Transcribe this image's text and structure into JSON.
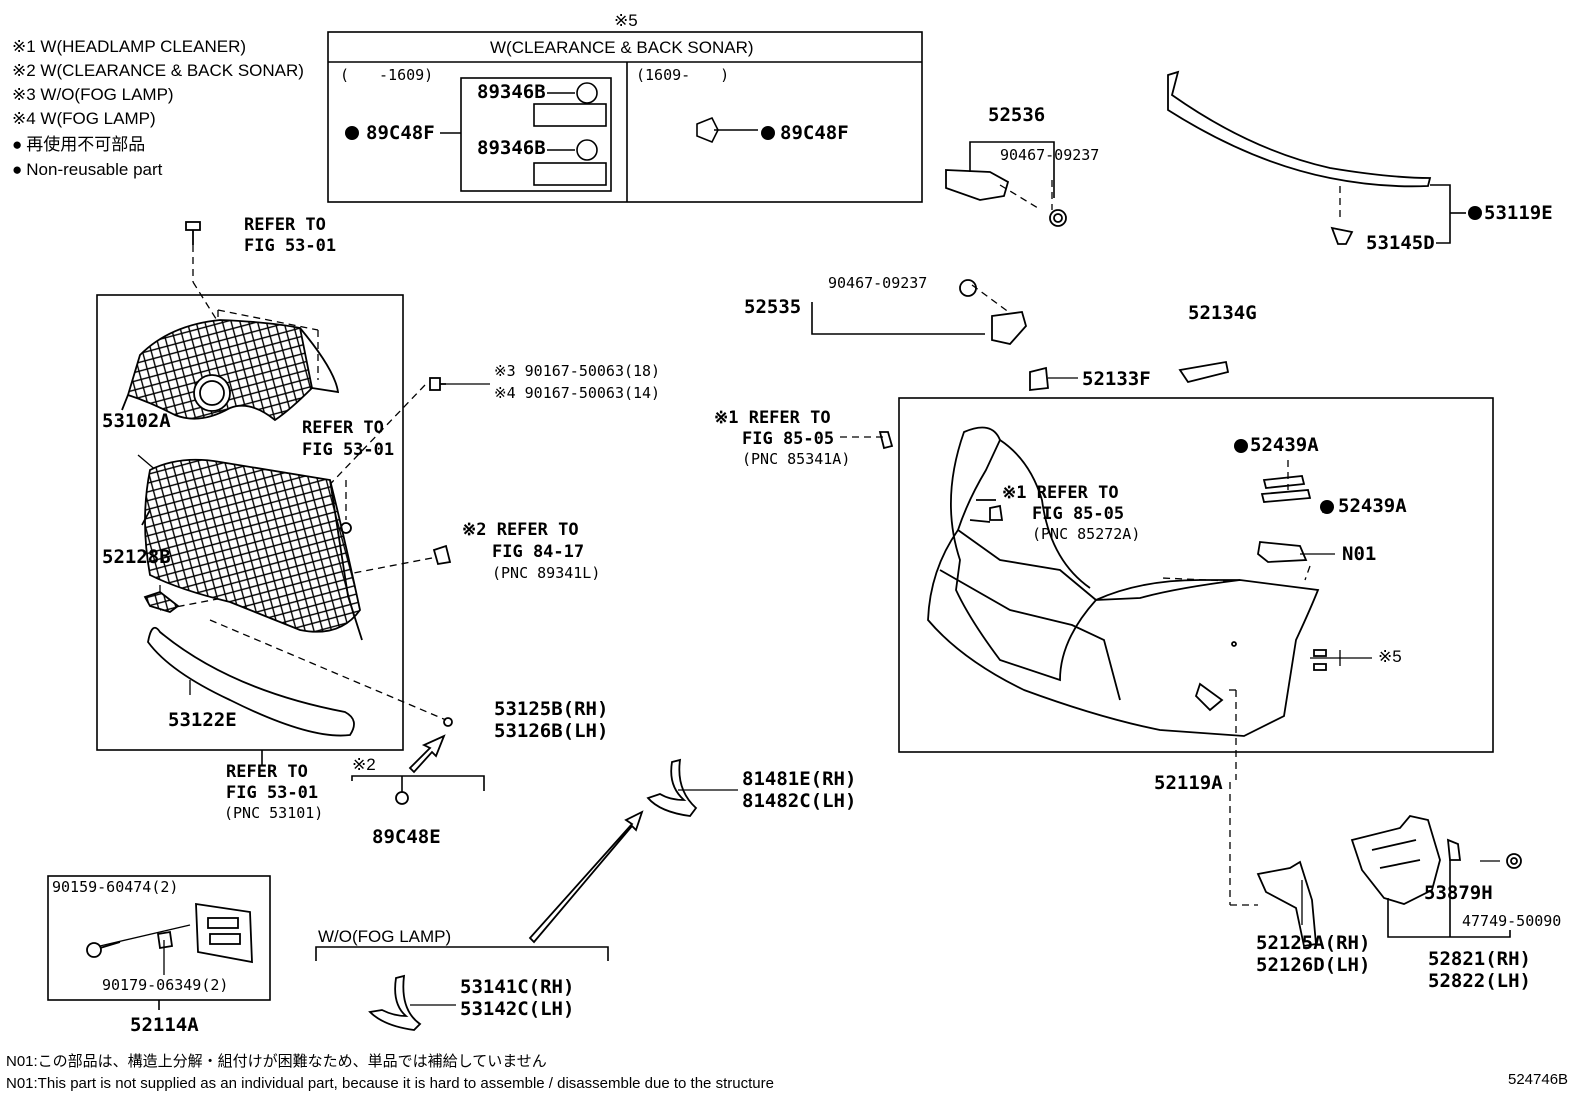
{
  "legend": {
    "note1": "※1 W(HEADLAMP CLEANER)",
    "note2": "※2 W(CLEARANCE & BACK SONAR)",
    "note3": "※3 W/O(FOG LAMP)",
    "note4": "※4 W(FOG LAMP)",
    "nonreusable_jp": "再使用不可部品",
    "nonreusable_en": "Non-reusable part"
  },
  "box5": {
    "marker": "※5",
    "title": "W(CLEARANCE & BACK SONAR)",
    "left_range": "(　　-1609)",
    "right_range": "(1609-　　)",
    "left_part": "89C48F",
    "right_part": "89C48F",
    "sensor_a": "89346B",
    "sensor_b": "89346B"
  },
  "parts": {
    "p52536": "52536",
    "p90467a": "90467-09237",
    "p90467b": "90467-09237",
    "p52535": "52535",
    "p53119E": "53119E",
    "p53145D": "53145D",
    "p52134G": "52134G",
    "p52133F": "52133F",
    "p53102A": "53102A",
    "p52128B": "52128B",
    "p53122E": "53122E",
    "p9016718": "※3 90167-50063(18)",
    "p9016714": "※4 90167-50063(14)",
    "p53125B": "53125B(RH)",
    "p53126B": "53126B(LH)",
    "p89C48E": "89C48E",
    "marker2": "※2",
    "p81481E": "81481E(RH)",
    "p81482C": "81482C(LH)",
    "p52439A_top": "52439A",
    "p52439A_mid": "52439A",
    "pN01": "N01",
    "marker5": "※5",
    "p52119A": "52119A",
    "p52125A": "52125A(RH)",
    "p52126D": "52126D(LH)",
    "p53879H": "53879H",
    "p47749": "47749-50090",
    "p52821": "52821(RH)",
    "p52822": "52822(LH)",
    "p90159": "90159-60474(2)",
    "p90179": "90179-06349(2)",
    "p52114A": "52114A",
    "wo_fog": "W/O(FOG LAMP)",
    "p53141C": "53141C(RH)",
    "p53142C": "53142C(LH)"
  },
  "refs": {
    "r1_l1": "REFER TO",
    "r1_l2": "FIG 53-01",
    "r2_l1": "REFER TO",
    "r2_l2": "FIG 53-01",
    "r3_l1": "※2 REFER TO",
    "r3_l2": "FIG 84-17",
    "r3_l3": "(PNC 89341L)",
    "r4_l1": "REFER TO",
    "r4_l2": "FIG 53-01",
    "r4_l3": "(PNC 53101)",
    "r5_l1": "※1 REFER TO",
    "r5_l2": "FIG 85-05",
    "r5_l3": "(PNC 85341A)",
    "r6_l1": "※1 REFER TO",
    "r6_l2": "FIG 85-05",
    "r6_l3": "(PNC 85272A)"
  },
  "footer": {
    "jp": "N01:この部品は、構造上分解・組付けが困難なため、単品では補給していません",
    "en": "N01:This part is not supplied as an individual part, because it is hard to assemble / disassemble due to the structure",
    "figure_id": "524746B"
  }
}
